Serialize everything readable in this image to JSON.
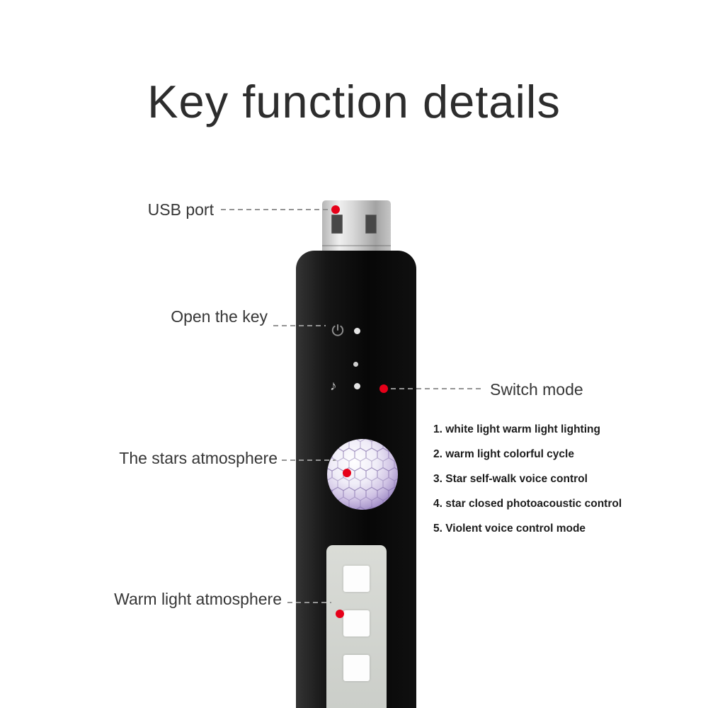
{
  "title": "Key function details",
  "annotations": {
    "usb_port": "USB port",
    "open_key": "Open the key",
    "switch_mode": "Switch mode",
    "stars_atmosphere": "The stars atmosphere",
    "warm_light": "Warm light atmosphere"
  },
  "modes": [
    "1. white light warm light lighting",
    "2. warm light colorful cycle",
    "3. Star self-walk voice control",
    "4. star closed photoacoustic control",
    "5. Violent voice control mode"
  ],
  "icons": {
    "music_note": "♪"
  },
  "colors": {
    "accent_red": "#e60019",
    "body_black": "#0d0d0d",
    "ball_purple": "#8d7ab5",
    "panel_gray": "#d2d5d0"
  }
}
